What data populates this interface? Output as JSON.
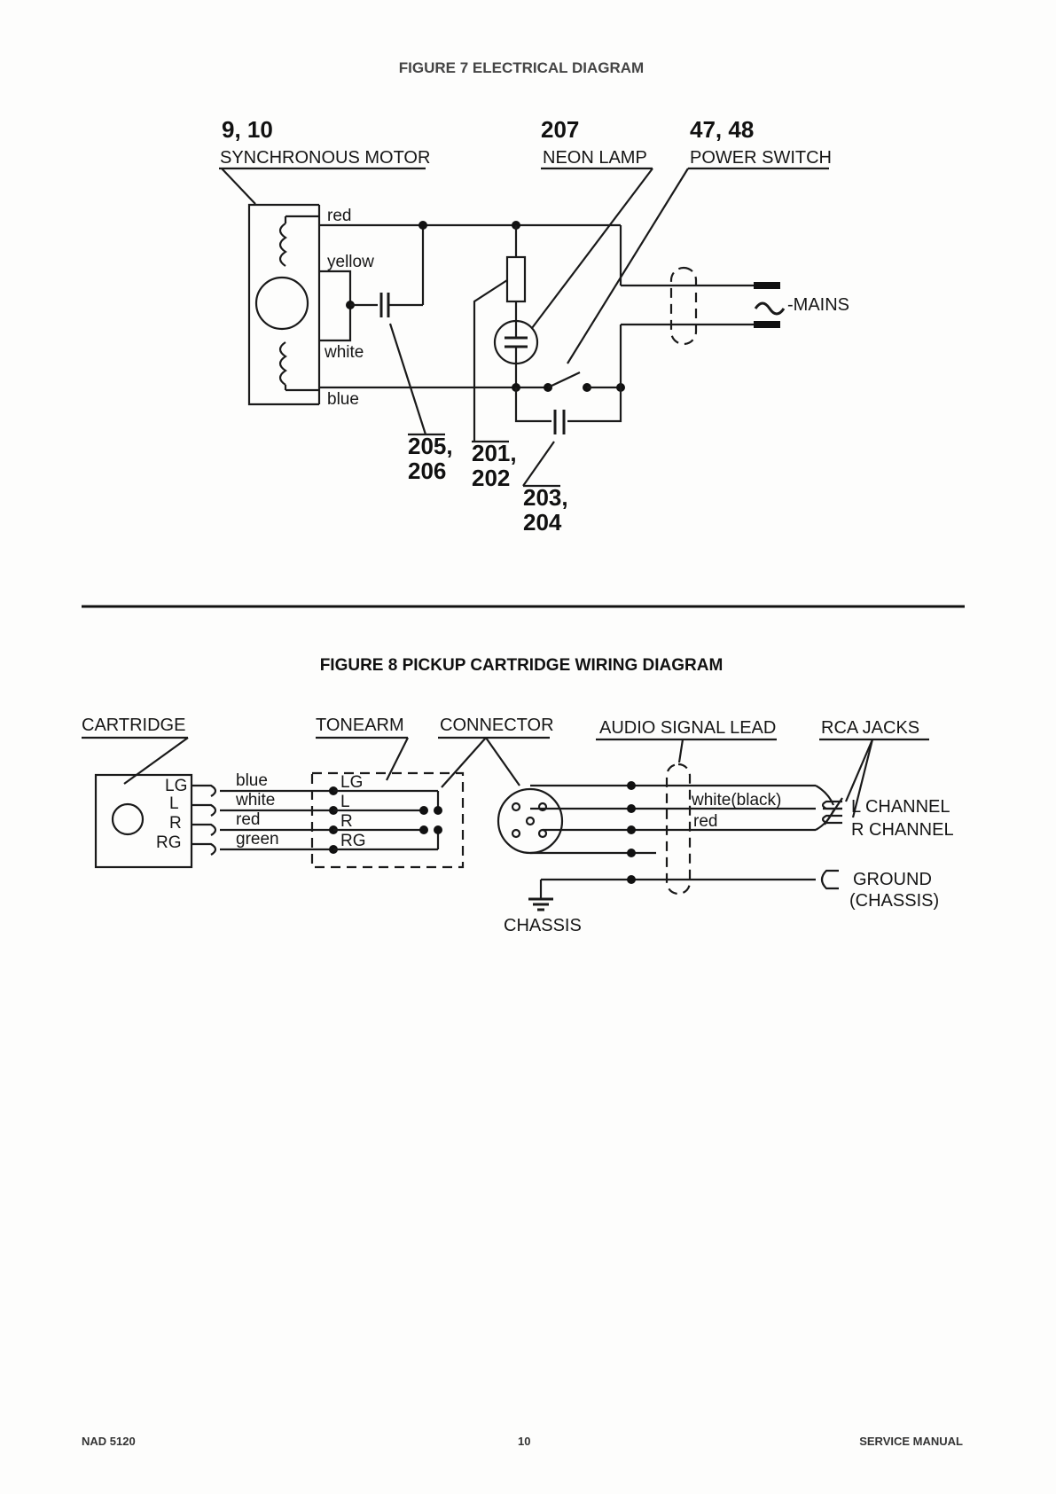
{
  "figure7": {
    "title": "FIGURE 7  ELECTRICAL DIAGRAM",
    "motor_ref": "9, 10",
    "motor_label": "SYNCHRONOUS MOTOR",
    "lamp_ref": "207",
    "lamp_label": "NEON LAMP",
    "switch_ref": "47, 48",
    "switch_label": "POWER SWITCH",
    "wire_red": "red",
    "wire_yellow": "yellow",
    "wire_white": "white",
    "wire_blue": "blue",
    "mains_label": "-MAINS",
    "cap_ref_a": "205,",
    "cap_ref_b": "206",
    "res_ref_a": "201,",
    "res_ref_b": "202",
    "cap2_ref_a": "203,",
    "cap2_ref_b": "204"
  },
  "figure8": {
    "title": "FIGURE 8  PICKUP CARTRIDGE WIRING DIAGRAM",
    "cartridge_label": "CARTRIDGE",
    "tonearm_label": "TONEARM",
    "connector_label": "CONNECTOR",
    "audio_lead_label": "AUDIO SIGNAL LEAD",
    "rca_label": "RCA  JACKS",
    "pins": [
      "LG",
      "L",
      "R",
      "RG"
    ],
    "wires": [
      "blue",
      "white",
      "red",
      "green"
    ],
    "tonearm_pins": [
      "LG",
      "L",
      "R",
      "RG"
    ],
    "lead_white": "white(black)",
    "lead_red": "red",
    "l_channel": "L  CHANNEL",
    "r_channel": "R  CHANNEL",
    "ground_a": "GROUND",
    "ground_b": "(CHASSIS)",
    "chassis": "CHASSIS"
  },
  "footer": {
    "left": "NAD 5120",
    "center": "10",
    "right": "SERVICE MANUAL"
  }
}
